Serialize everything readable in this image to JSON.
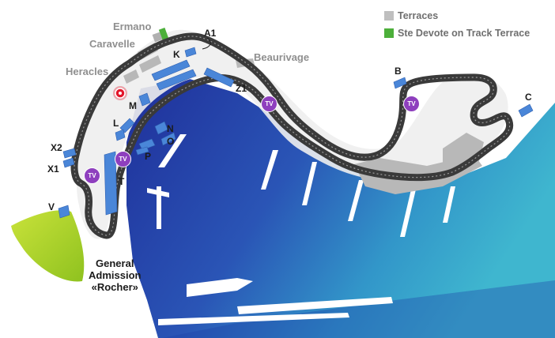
{
  "legend": {
    "items": [
      {
        "label": "Terraces",
        "color": "#bfbfbf"
      },
      {
        "label": "Ste Devote on Track Terrace",
        "color": "#4caf3a"
      }
    ]
  },
  "areas": {
    "ermano": "Ermano",
    "caravelle": "Caravelle",
    "heracles": "Heracles",
    "beaurivage": "Beaurivage"
  },
  "stands": {
    "A1": "A1",
    "K": "K",
    "Z1": "Z1",
    "B": "B",
    "C": "C",
    "M": "M",
    "L": "L",
    "N": "N",
    "O": "O",
    "P": "P",
    "X2": "X2",
    "X1": "X1",
    "T": "T",
    "V": "V"
  },
  "tv_label": "TV",
  "general_admission": {
    "line1": "General",
    "line2": "Admission",
    "line3": "«Rocher»"
  },
  "colors": {
    "sea_dark": "#1e3ea6",
    "sea_light": "#3fb6cf",
    "track": "#3a3a3a",
    "stand_blue": "#4a86d8",
    "terrace_grey": "#bfbfbf",
    "general_admission_green": "#a6cf2a",
    "tv_purple": "#8e3fbe",
    "marker_red": "#e3162a"
  }
}
